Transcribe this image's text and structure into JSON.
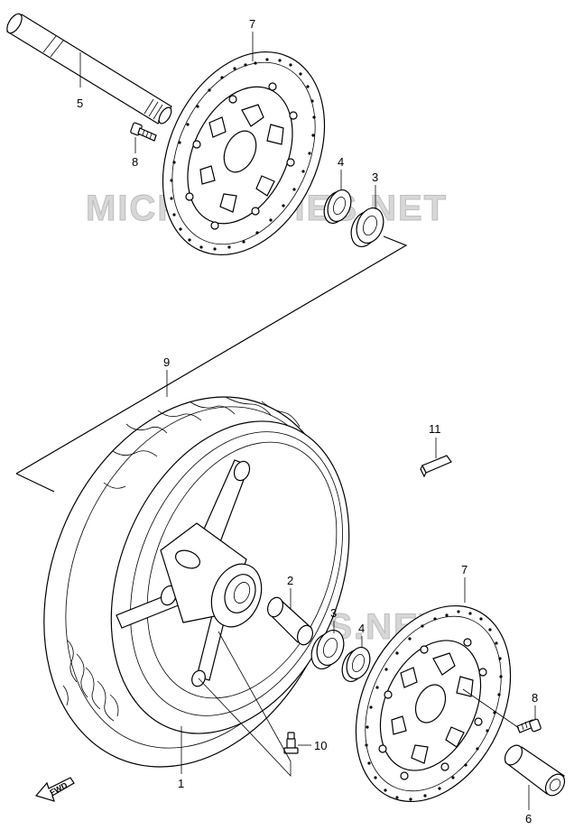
{
  "watermark": "MICROFICHES.NET",
  "fwd_label": "FWD",
  "callouts": [
    {
      "id": "callout-7-top",
      "text": "7"
    },
    {
      "id": "callout-5",
      "text": "5"
    },
    {
      "id": "callout-8-top",
      "text": "8"
    },
    {
      "id": "callout-4-top",
      "text": "4"
    },
    {
      "id": "callout-3-top",
      "text": "3"
    },
    {
      "id": "callout-9",
      "text": "9"
    },
    {
      "id": "callout-11",
      "text": "11"
    },
    {
      "id": "callout-2",
      "text": "2"
    },
    {
      "id": "callout-3-bottom",
      "text": "3"
    },
    {
      "id": "callout-4-bottom",
      "text": "4"
    },
    {
      "id": "callout-7-bottom",
      "text": "7"
    },
    {
      "id": "callout-8-bottom",
      "text": "8"
    },
    {
      "id": "callout-10",
      "text": "10"
    },
    {
      "id": "callout-1",
      "text": "1"
    },
    {
      "id": "callout-6",
      "text": "6"
    }
  ]
}
